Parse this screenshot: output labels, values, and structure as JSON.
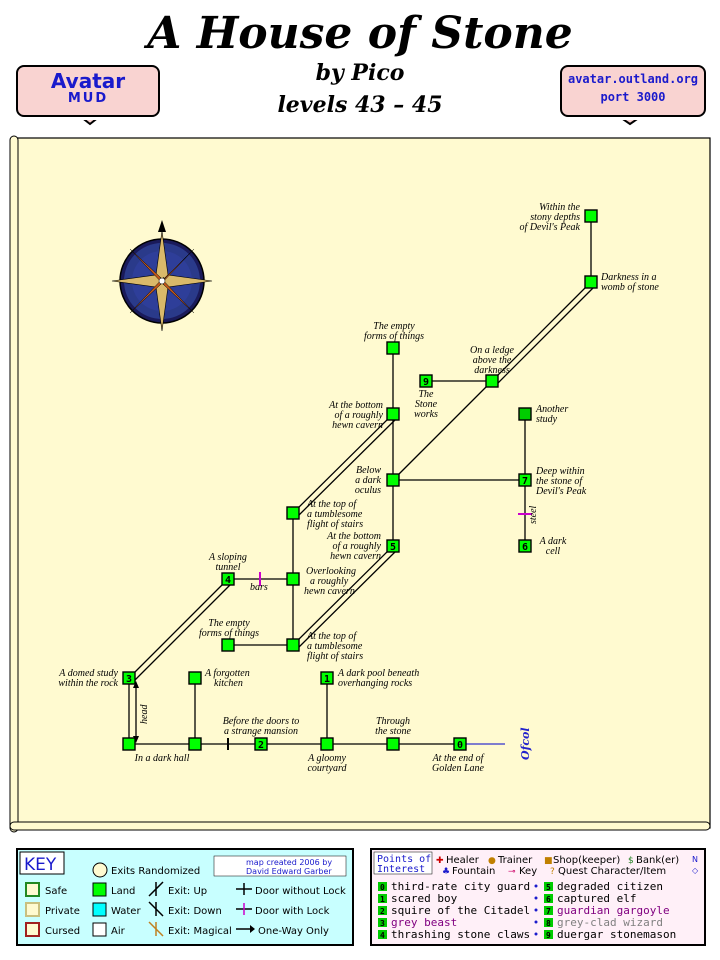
{
  "header": {
    "title": "A House of Stone",
    "author": "by Pico",
    "levels": "levels 43 – 45"
  },
  "badges": {
    "left_line1": "Avatar",
    "left_line2": "MUD",
    "right_line1": "avatar.outland.org",
    "right_line2": "port 3000"
  },
  "map": {
    "exit_label": "Ofcol",
    "door_bars": "bars",
    "door_steel": "steel",
    "door_head": "head",
    "rooms": {
      "r_depths": [
        "Within the",
        "stony depths",
        "of Devil's Peak"
      ],
      "r_womb": [
        "Darkness in a",
        "womb of stone"
      ],
      "r_empty_top": [
        "The empty",
        "forms of things"
      ],
      "r_ledge": [
        "On a ledge",
        "above the",
        "darkness"
      ],
      "r_stoneworks": [
        "The",
        "Stone",
        "works"
      ],
      "r_bottom_upper": [
        "At the bottom",
        "of a roughly",
        "hewn cavern"
      ],
      "r_another": [
        "Another",
        "study"
      ],
      "r_below": [
        "Below",
        "a dark",
        "oculus"
      ],
      "r_deep": [
        "Deep within",
        "the stone of",
        "Devil's Peak"
      ],
      "r_top_upper": [
        "At the top of",
        "a tumblesome",
        "flight of stairs"
      ],
      "r_bottom_lower": [
        "At the bottom",
        "of a roughly",
        "hewn cavern"
      ],
      "r_dark_cell": [
        "A dark",
        "cell"
      ],
      "r_sloping": [
        "A sloping",
        "tunnel"
      ],
      "r_overlooking": [
        "Overlooking",
        "a roughly",
        "hewn cavern"
      ],
      "r_empty_low": [
        "The empty",
        "forms of things"
      ],
      "r_top_lower": [
        "At the top of",
        "a tumblesome",
        "flight of stairs"
      ],
      "r_domed": [
        "A domed study",
        "within the rock"
      ],
      "r_kitchen": [
        "A forgotten",
        "kitchen"
      ],
      "r_pool": [
        "A dark pool beneath",
        "overhanging rocks"
      ],
      "r_doors": [
        "Before the doors to",
        "a strange mansion"
      ],
      "r_through": [
        "Through",
        "the stone"
      ],
      "r_hall": [
        "In a dark hall"
      ],
      "r_courtyard": [
        "A gloomy",
        "courtyard"
      ],
      "r_lane": [
        "At the end of",
        "Golden Lane"
      ]
    },
    "room_numbers": {
      "n9": "9",
      "n7": "7",
      "n5": "5",
      "n6": "6",
      "n4": "4",
      "n3": "3",
      "n1": "1",
      "n2": "2",
      "n0": "0"
    }
  },
  "key": {
    "title": "KEY",
    "exits_randomized": "Exits Randomized",
    "credit_line1": "map created 2006 by",
    "credit_line2": "David Edward Garber",
    "items": {
      "safe": "Safe",
      "private": "Private",
      "cursed": "Cursed",
      "land": "Land",
      "water": "Water",
      "air": "Air",
      "exit_up": "Exit: Up",
      "exit_down": "Exit: Down",
      "exit_magical": "Exit: Magical",
      "door_no_lock": "Door without Lock",
      "door_lock": "Door with Lock",
      "one_way": "One-Way Only"
    }
  },
  "poi": {
    "title_line1": "Points of",
    "title_line2": "Interest",
    "legend": {
      "healer": "Healer",
      "trainer": "Trainer",
      "shop": "Shop(keeper)",
      "bank": "Bank(er)",
      "fountain": "Fountain",
      "key": "Key",
      "quest": "Quest Character/Item"
    },
    "entries": [
      {
        "num": "0",
        "text": "third-rate city guard",
        "color": "#000000"
      },
      {
        "num": "1",
        "text": "scared boy",
        "color": "#000000"
      },
      {
        "num": "2",
        "text": "squire of the Citadel",
        "color": "#000000"
      },
      {
        "num": "3",
        "text": "grey beast",
        "color": "#800080"
      },
      {
        "num": "4",
        "text": "thrashing stone claws",
        "color": "#000000"
      },
      {
        "num": "5",
        "text": "degraded citizen",
        "color": "#000000"
      },
      {
        "num": "6",
        "text": "captured elf",
        "color": "#000000"
      },
      {
        "num": "7",
        "text": "guardian gargoyle",
        "color": "#800080"
      },
      {
        "num": "8",
        "text": "grey-clad wizard",
        "color": "#808080"
      },
      {
        "num": "9",
        "text": "duergar stonemason",
        "color": "#000000"
      }
    ]
  },
  "colors": {
    "parchment": "#fffad0",
    "land": "#00ff00",
    "cursed_border": "#a02020",
    "banner": "#f9d3d1",
    "key_bg": "#c8ffff",
    "poi_bg": "#fff0f8"
  }
}
